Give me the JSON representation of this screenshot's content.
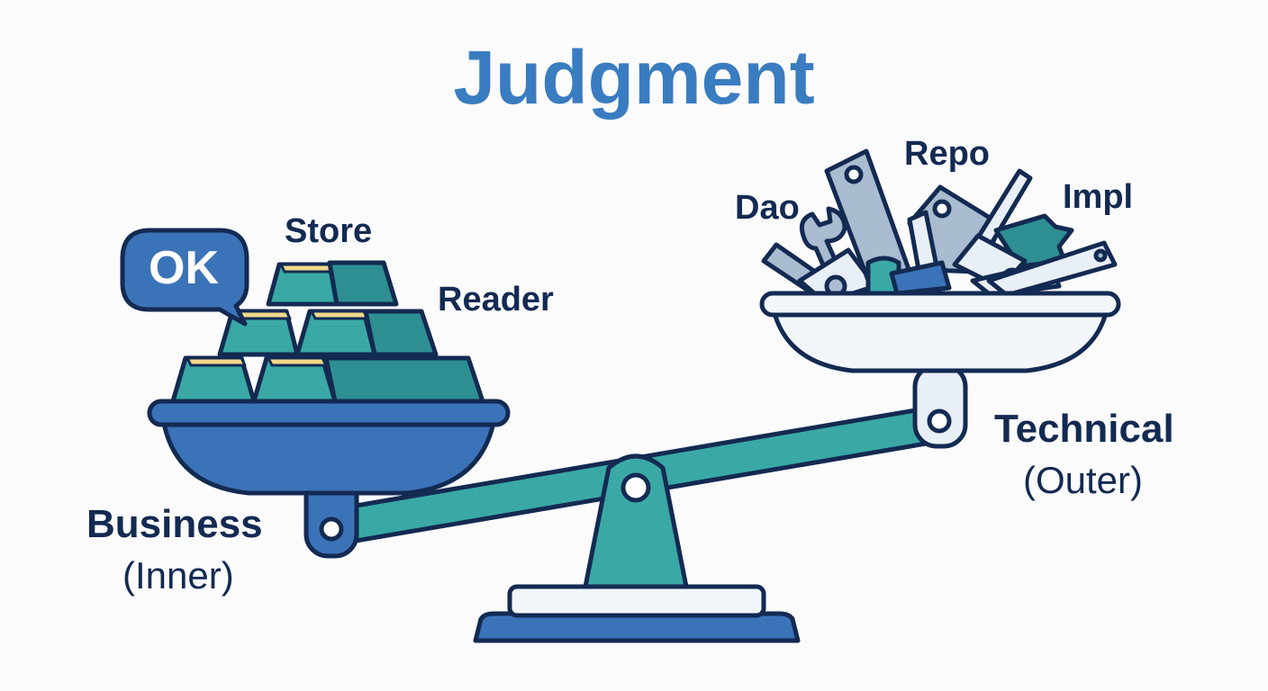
{
  "title": "Judgment",
  "ok_badge": "OK",
  "left_side": {
    "name": "Business",
    "sub": "(Inner)",
    "items": [
      "Store",
      "Reader"
    ]
  },
  "right_side": {
    "name": "Technical",
    "sub": "(Outer)",
    "items": [
      "Dao",
      "Repo",
      "Impl"
    ]
  },
  "colors": {
    "title": "#3a7cc0",
    "outline": "#132a52",
    "blue": "#3b73b9",
    "teal": "#3aa9a5",
    "teal_dark": "#2e8f93",
    "gold": "#f1d98a",
    "grey_metal": "#a9bcd0",
    "white_pan": "#f2f6fa"
  }
}
